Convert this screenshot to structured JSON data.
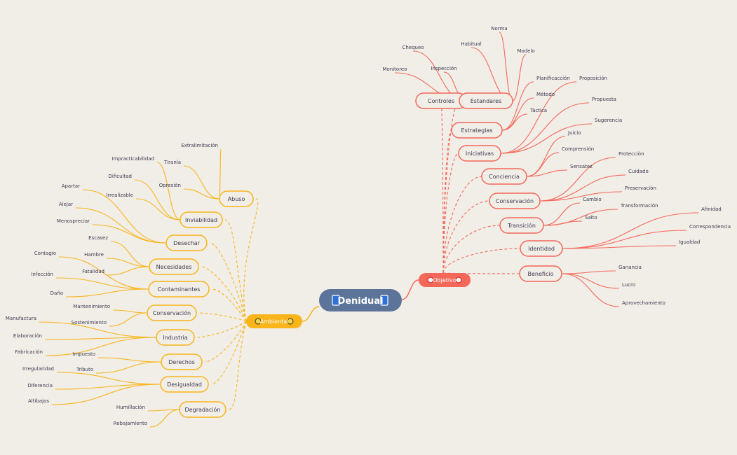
{
  "colors": {
    "background": "#f1ede7",
    "center": "#5c7499",
    "objetivo": "#f4685a",
    "ambiental": "#f9b51a",
    "text": "#3d3d52"
  },
  "center": {
    "label": "Denidual"
  },
  "objetivo": {
    "label": "Objetivo",
    "nodes": [
      {
        "label": "Controles",
        "children": [
          "Chequeo",
          "Monitoreo",
          "Inspección"
        ]
      },
      {
        "label": "Estandares",
        "children": [
          "Habitual",
          "Norma",
          "Modelo"
        ]
      },
      {
        "label": "Estrategias",
        "children": [
          "Planificacción",
          "Método",
          "Táctica"
        ]
      },
      {
        "label": "Iniciativas",
        "children": [
          "Proposición",
          "Propuesta",
          "Sugerencia"
        ]
      },
      {
        "label": "Conciencia",
        "children": [
          "Juicio",
          "Comprensión",
          "Sensatez"
        ]
      },
      {
        "label": "Conservación",
        "children": [
          "Protección",
          "Cuidado",
          "Preservación"
        ]
      },
      {
        "label": "Transición",
        "children": [
          "Cambio",
          "Transformación",
          "Salto"
        ]
      },
      {
        "label": "Identidad",
        "children": [
          "Afinidad",
          "Correspondencia",
          "Igualdad"
        ]
      },
      {
        "label": "Beneficio",
        "children": [
          "Ganancia",
          "Lucro",
          "Aprovechamiento"
        ]
      }
    ]
  },
  "ambiental": {
    "label": "Ambiental",
    "nodes": [
      {
        "label": "Abuso",
        "children": [
          "Extralimitación",
          "Tiranía",
          "Opresión"
        ]
      },
      {
        "label": "Inviabilidad",
        "children": [
          "Impracticabilidad",
          "Dificultad",
          "Irrealizable"
        ]
      },
      {
        "label": "Desechar",
        "children": [
          "Apartar",
          "Alejar",
          "Menospreciar"
        ]
      },
      {
        "label": "Necesidades",
        "children": [
          "Escasez",
          "Hambre",
          "Fatalidad"
        ]
      },
      {
        "label": "Contaminantes",
        "children": [
          "Contagio",
          "Infección",
          "Daño"
        ]
      },
      {
        "label": "Conservación",
        "children": [
          "Mantenimiento",
          "Sostenimiento"
        ]
      },
      {
        "label": "Industria",
        "children": [
          "Manufactura",
          "Elaboración",
          "Fabricación"
        ]
      },
      {
        "label": "Derechos",
        "children": [
          "Impuesto",
          "Tributo"
        ]
      },
      {
        "label": "Desigualdad",
        "children": [
          "Irregularidad",
          "Diferencia",
          "Altibajos"
        ]
      },
      {
        "label": "Degradación",
        "children": [
          "Humillación",
          "Rebajamiento"
        ]
      }
    ]
  }
}
